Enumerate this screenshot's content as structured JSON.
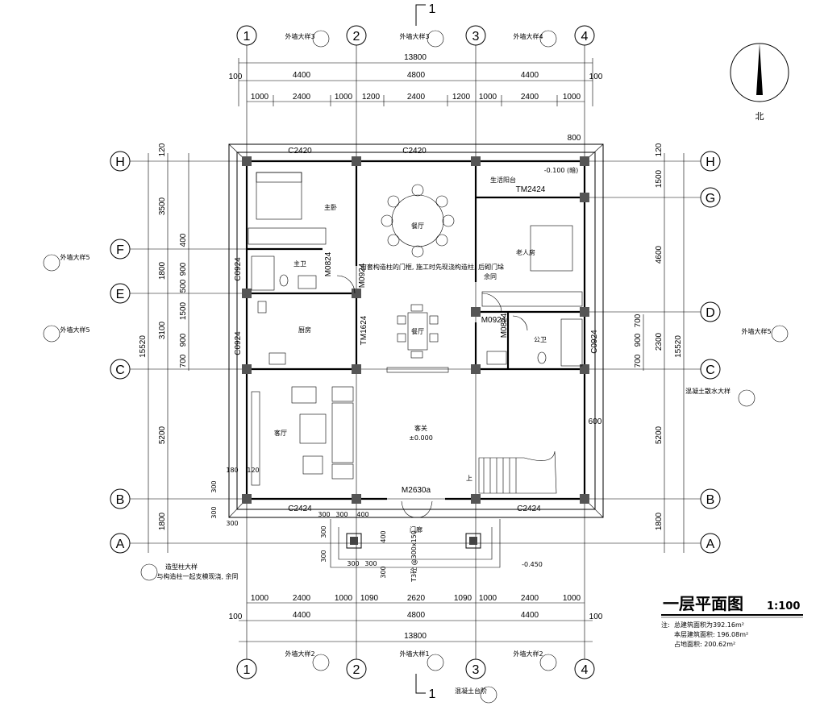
{
  "title": {
    "text": "一层平面图",
    "scale": "1:100"
  },
  "notes": {
    "prefix": "注:",
    "total_area": "总建筑面积为392.16m²",
    "floor_area": "本层建筑面积: 196.08m²",
    "land_area": "占地面积: 200.62m²"
  },
  "north_label": "北",
  "section_mark": "1",
  "column_axes": [
    "1",
    "2",
    "3",
    "4"
  ],
  "row_axes": [
    "H",
    "G",
    "F",
    "E",
    "D",
    "C",
    "B",
    "A"
  ],
  "dims_top": {
    "total": "13800",
    "mid": [
      "100",
      "4400",
      "4800",
      "4400",
      "100"
    ],
    "fine": [
      "1000",
      "2400",
      "1000",
      "1200",
      "2400",
      "1200",
      "1000",
      "2400",
      "1000"
    ],
    "extra": "800"
  },
  "dims_bottom": {
    "fine": [
      "1000",
      "2400",
      "1000",
      "1090",
      "2620",
      "1090",
      "1000",
      "2400",
      "1000"
    ],
    "mid": [
      "100",
      "4400",
      "4800",
      "4400",
      "100"
    ],
    "total": "13800"
  },
  "dims_left": {
    "total": "15520",
    "mid": [
      "3500",
      "1800",
      "3100",
      "5200",
      "1800"
    ],
    "fine": [
      "120",
      "400",
      "900",
      "500",
      "1500",
      "900",
      "700"
    ]
  },
  "dims_right": {
    "total": "15520",
    "mid": [
      "1500",
      "4600",
      "2300",
      "5200",
      "1800"
    ],
    "fine": [
      "120",
      "700",
      "900",
      "700"
    ],
    "extra": "600"
  },
  "rooms": {
    "master_bedroom": "主卧",
    "dining_round": "餐厅",
    "elder_bedroom": "老人房",
    "master_bath": "主卫",
    "kitchen": "厨房",
    "dining": "餐厅",
    "public_bath": "公卫",
    "living": "客厅",
    "hall": "客关",
    "hall_elev": "±0.000",
    "balcony": "生活阳台",
    "balcony_elev": "-0.100 (暗)",
    "porch": "门廊",
    "porch_elev": "-0.450",
    "up": "上",
    "same": "余同"
  },
  "doors": {
    "c2420_a": "C2420",
    "c2420_b": "C2420",
    "c2424_a": "C2424",
    "c2424_b": "C2424",
    "tm2424": "TM2424",
    "tm1624": "TM1624",
    "m0824_a": "M0824",
    "m0824_b": "M0824",
    "m0924_a": "M0924",
    "m0924_b": "M0924",
    "c0924_a": "C0924",
    "c0924_b": "C0924",
    "c0924_c": "C0924",
    "m2630a": "M2630a"
  },
  "annotations": {
    "wall_detail_3a": "外墙大样3",
    "wall_detail_3b": "外墙大样3",
    "wall_detail_4": "外墙大样4",
    "wall_detail_5a": "外墙大样5",
    "wall_detail_5b": "外墙大样5",
    "wall_detail_5c": "外墙大样5",
    "wall_detail_2a": "外墙大样2",
    "wall_detail_1": "外墙大样1",
    "wall_detail_2b": "外墙大样2",
    "column_note": "造型柱大样",
    "column_note2": "与构造柱一起支模现浇, 余同",
    "gate_note": "窗套构造柱的门框, 施工时先现浇构造柱, 后砌门垛",
    "slab_note": "混凝土散水大样",
    "step_note": "混凝土台阶",
    "step_spec": "T3砼 @300x150"
  },
  "porch_dims": [
    "300",
    "300",
    "400",
    "300",
    "400",
    "300",
    "300",
    "300",
    "300",
    "300",
    "180",
    "120",
    "300",
    "300"
  ]
}
